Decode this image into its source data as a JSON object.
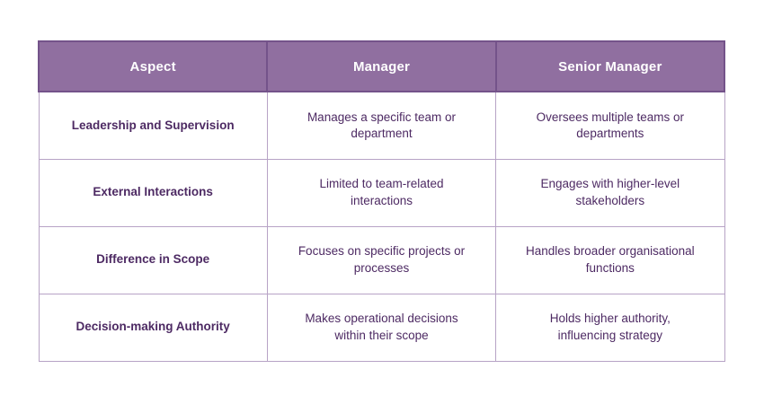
{
  "chart_data": {
    "type": "table",
    "columns": [
      "Aspect",
      "Manager",
      "Senior Manager"
    ],
    "rows": [
      [
        "Leadership and Supervision",
        "Manages a specific team or department",
        "Oversees multiple teams or departments"
      ],
      [
        "External Interactions",
        "Limited to team-related interactions",
        "Engages with higher-level stakeholders"
      ],
      [
        "Difference in Scope",
        "Focuses on specific projects or processes",
        "Handles broader organisational functions"
      ],
      [
        "Decision-making Authority",
        "Makes operational decisions within their scope",
        "Holds higher authority, influencing strategy"
      ]
    ],
    "colors": {
      "header_background": "#906FA0",
      "header_text": "#FFFFFF",
      "header_border": "#74538A",
      "body_border": "#B7A3C6",
      "body_text": "#4D2A63",
      "page_background": "#FFFFFF"
    },
    "layout": {
      "columns_equal_width": true,
      "grid": "full-borders",
      "legend": "none"
    }
  }
}
